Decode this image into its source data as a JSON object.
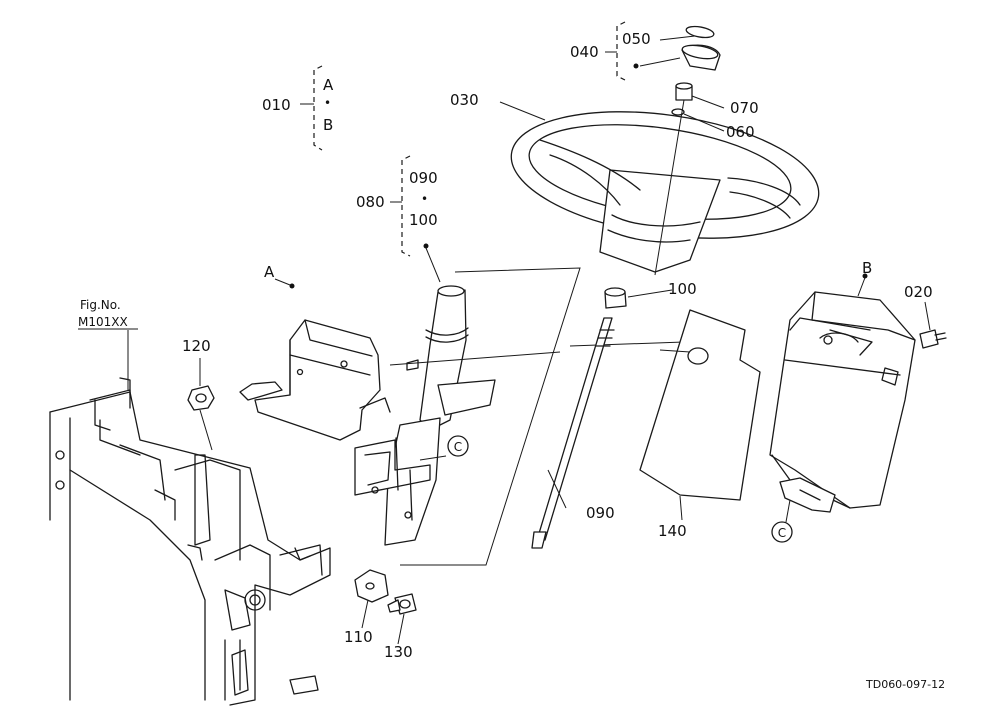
{
  "figure_ref": {
    "label": "Fig.No.",
    "number": "M101XX"
  },
  "drawing_code": "TD060-097-12",
  "parts": {
    "p010": "010",
    "p010_a": "A",
    "p010_b": "B",
    "p020": "020",
    "p030": "030",
    "p040": "040",
    "p050": "050",
    "p060": "060",
    "p070": "070",
    "p080": "080",
    "p080_a": "090",
    "p080_b": "100",
    "p090": "090",
    "p100": "100",
    "p110": "110",
    "p120": "120",
    "p130": "130",
    "p140": "140"
  },
  "group_separator": "•",
  "callouts": {
    "a": "A",
    "b": "B",
    "c1": "C",
    "c2": "C"
  }
}
